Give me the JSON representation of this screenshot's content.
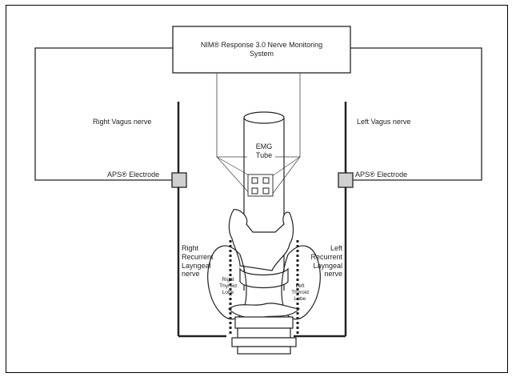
{
  "system_box": {
    "line1": "NIM® Response 3.0 Nerve Monitoring",
    "line2": "System"
  },
  "emg_tube": {
    "line1": "EMG",
    "line2": "Tube"
  },
  "right_vagus": "Right Vagus nerve",
  "left_vagus": "Left Vagus nerve",
  "right_electrode": "APS® Electrode",
  "left_electrode": "APS® Electrode",
  "right_recurrent": {
    "line1": "Right",
    "line2": "Recurrent",
    "line3": "Layngeal",
    "line4": "nerve"
  },
  "left_recurrent": {
    "line1": "Left",
    "line2": "Recurrent",
    "line3": "Layngeal",
    "line4": "nerve"
  },
  "right_thyroid": {
    "line1": "Right",
    "line2": "Thyroid",
    "line3": "Lobe"
  },
  "left_thyroid": {
    "line1": "Left",
    "line2": "Thyroid",
    "line3": "Lobe"
  },
  "colors": {
    "line": "#222222",
    "electrode_fill": "#d0d0d0"
  }
}
